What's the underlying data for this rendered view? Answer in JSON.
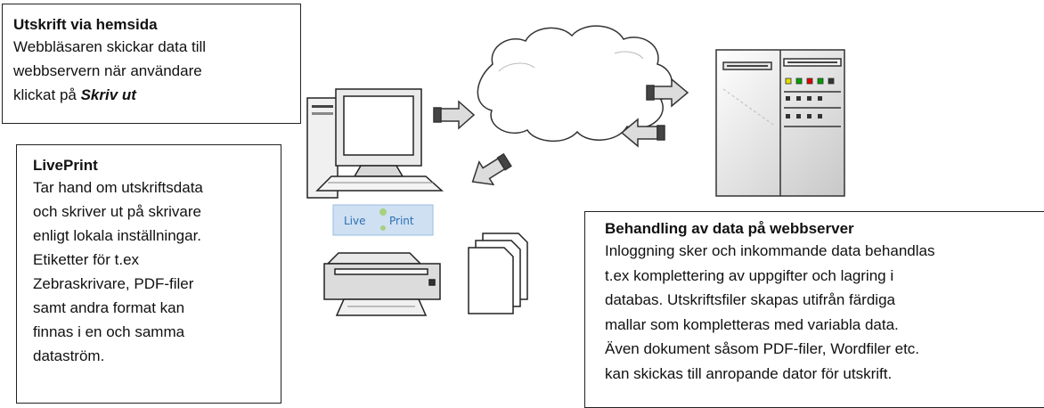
{
  "utskrift_box": {
    "title": "Utskrift via hemsida",
    "line1": "Webbläsaren skickar data till",
    "line2": "webbservern när användare",
    "line3_prefix": "klickat på ",
    "line3_em": "Skriv ut"
  },
  "liveprint_box": {
    "title": "LivePrint",
    "lines": [
      "Tar hand om utskriftsdata",
      "och skriver ut på skrivare",
      "enligt lokala inställningar.",
      "Etiketter för t.ex",
      "Zebraskrivare, PDF-filer",
      "samt andra format kan",
      "finnas i en och samma",
      "dataström."
    ]
  },
  "behandling_box": {
    "title": "Behandling av data på webbserver",
    "lines": [
      "Inloggning sker och inkommande data behandlas",
      "t.ex komplettering av uppgifter och lagring i",
      "databas. Utskriftsfiler skapas utifrån färdiga",
      "mallar som kompletteras med variabla data.",
      "Även dokument såsom PDF-filer, Wordfiler etc.",
      "kan skickas till anropande dator för utskrift."
    ]
  },
  "logo": {
    "part1": "Live",
    "part2": "Print"
  },
  "icons": [
    "computer-icon",
    "cloud-icon",
    "server-icon",
    "printer-icon",
    "documents-icon",
    "arrow-icon"
  ],
  "colors": {
    "logo_bg": "#cfe0f3",
    "logo_text": "#2c6fb5",
    "outline": "#222222",
    "panel_gray": "#dcdcdc"
  }
}
